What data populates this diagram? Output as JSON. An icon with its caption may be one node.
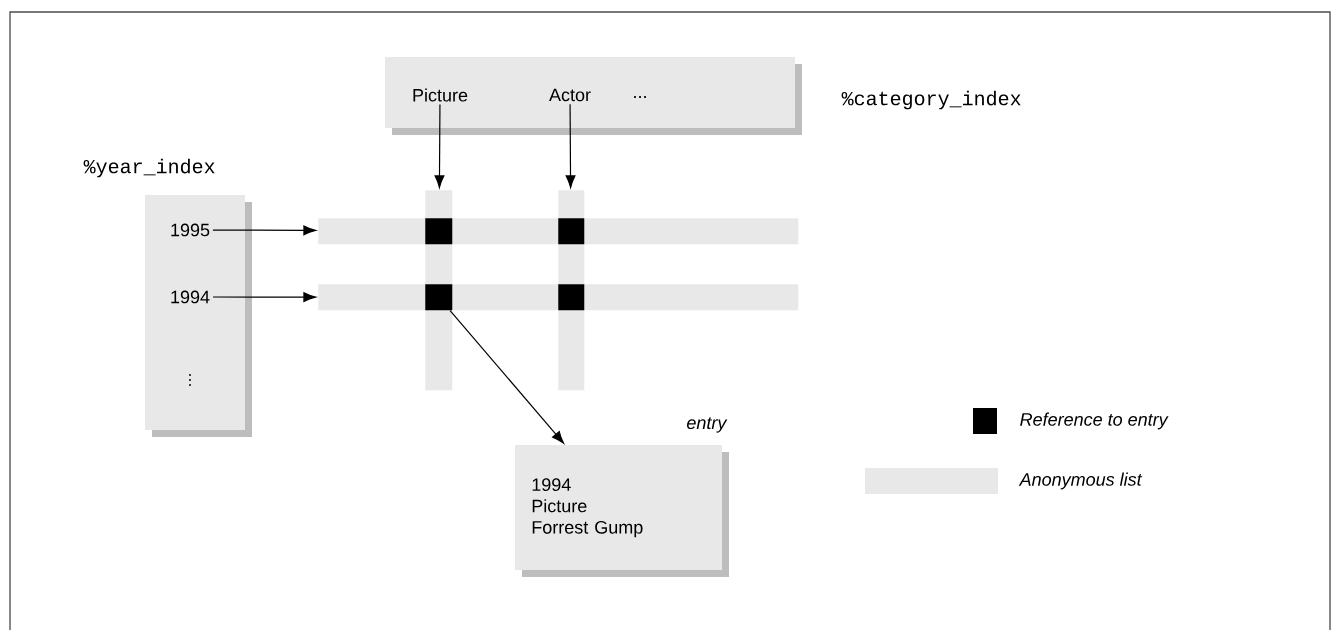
{
  "diagram": {
    "nodes": [
      {
        "text": [
          "%category_index"
        ]
      },
      {
        "text": [
          "Picture"
        ],
        "in": 0
      },
      {
        "text": [
          "Actor"
        ],
        "in": 0
      },
      {
        "text": [
          "..."
        ],
        "in": 0
      },
      {
        "text": [
          "%year_index"
        ]
      },
      {
        "text": [
          "1995"
        ],
        "in": 4
      },
      {
        "text": [
          "1994"
        ],
        "in": 4
      },
      {
        "text": [
          "..."
        ],
        "in": 4
      },
      {
        "text": [],
        "shape": "bar"
      },
      {
        "text": [],
        "shape": "bar"
      },
      {
        "text": [],
        "shape": "bar"
      },
      {
        "text": [],
        "shape": "bar"
      },
      {
        "text": [],
        "shape": "box"
      },
      {
        "text": [],
        "shape": "box"
      },
      {
        "text": [],
        "shape": "box"
      },
      {
        "text": [],
        "shape": "box"
      },
      {
        "text": [
          "entry",
          "1994",
          "Picture",
          "Forrest Gump"
        ]
      }
    ],
    "edges": [
      {
        "from": 1,
        "to": 10,
        "arrow": "to"
      },
      {
        "from": 2,
        "to": 11,
        "arrow": "to"
      },
      {
        "from": 5,
        "to": 8,
        "arrow": "to"
      },
      {
        "from": 6,
        "to": 9,
        "arrow": "to"
      },
      {
        "from": 14,
        "to": 16,
        "arrow": "to"
      }
    ],
    "legend": [
      {
        "text": "Reference to entry",
        "color": "#000000"
      },
      {
        "text": "Anonymous list",
        "color": "#e8e8e8"
      }
    ]
  }
}
